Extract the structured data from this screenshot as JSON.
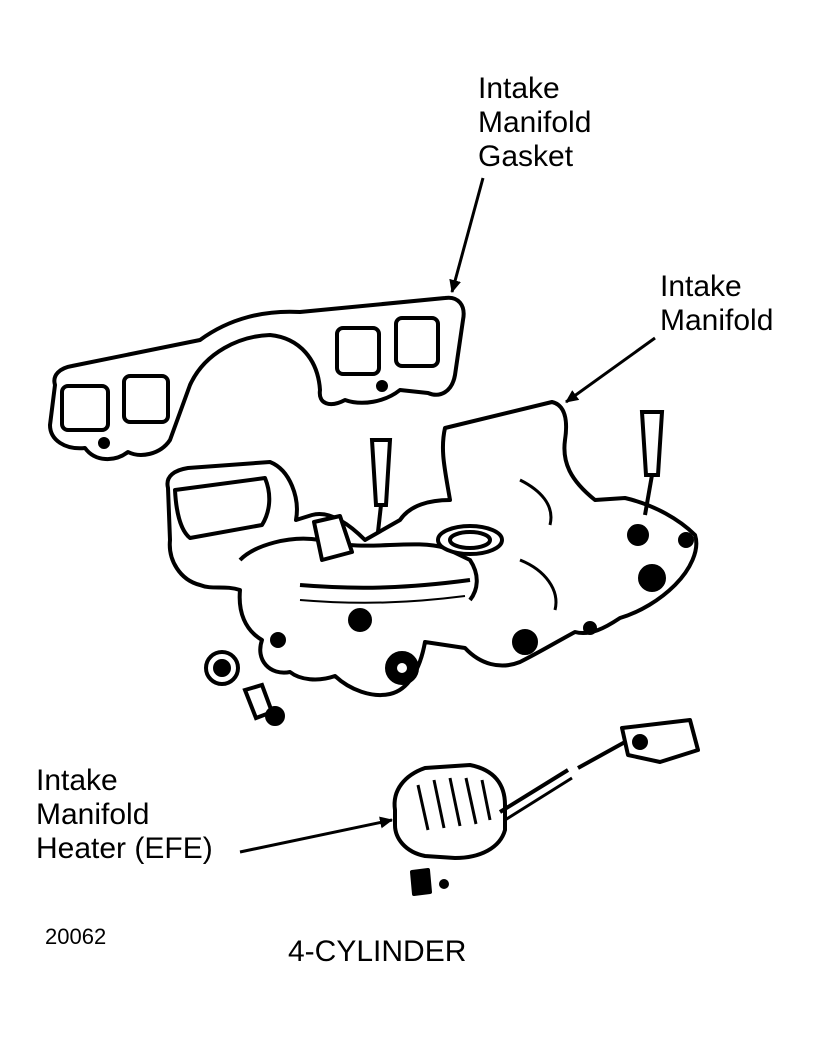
{
  "labels": {
    "gasket": [
      "Intake",
      "Manifold",
      "Gasket"
    ],
    "manifold": [
      "Intake",
      "Manifold"
    ],
    "heater": [
      "Intake",
      "Manifold",
      "Heater (EFE)"
    ]
  },
  "figure_number": "20062",
  "caption": "4-CYLINDER"
}
